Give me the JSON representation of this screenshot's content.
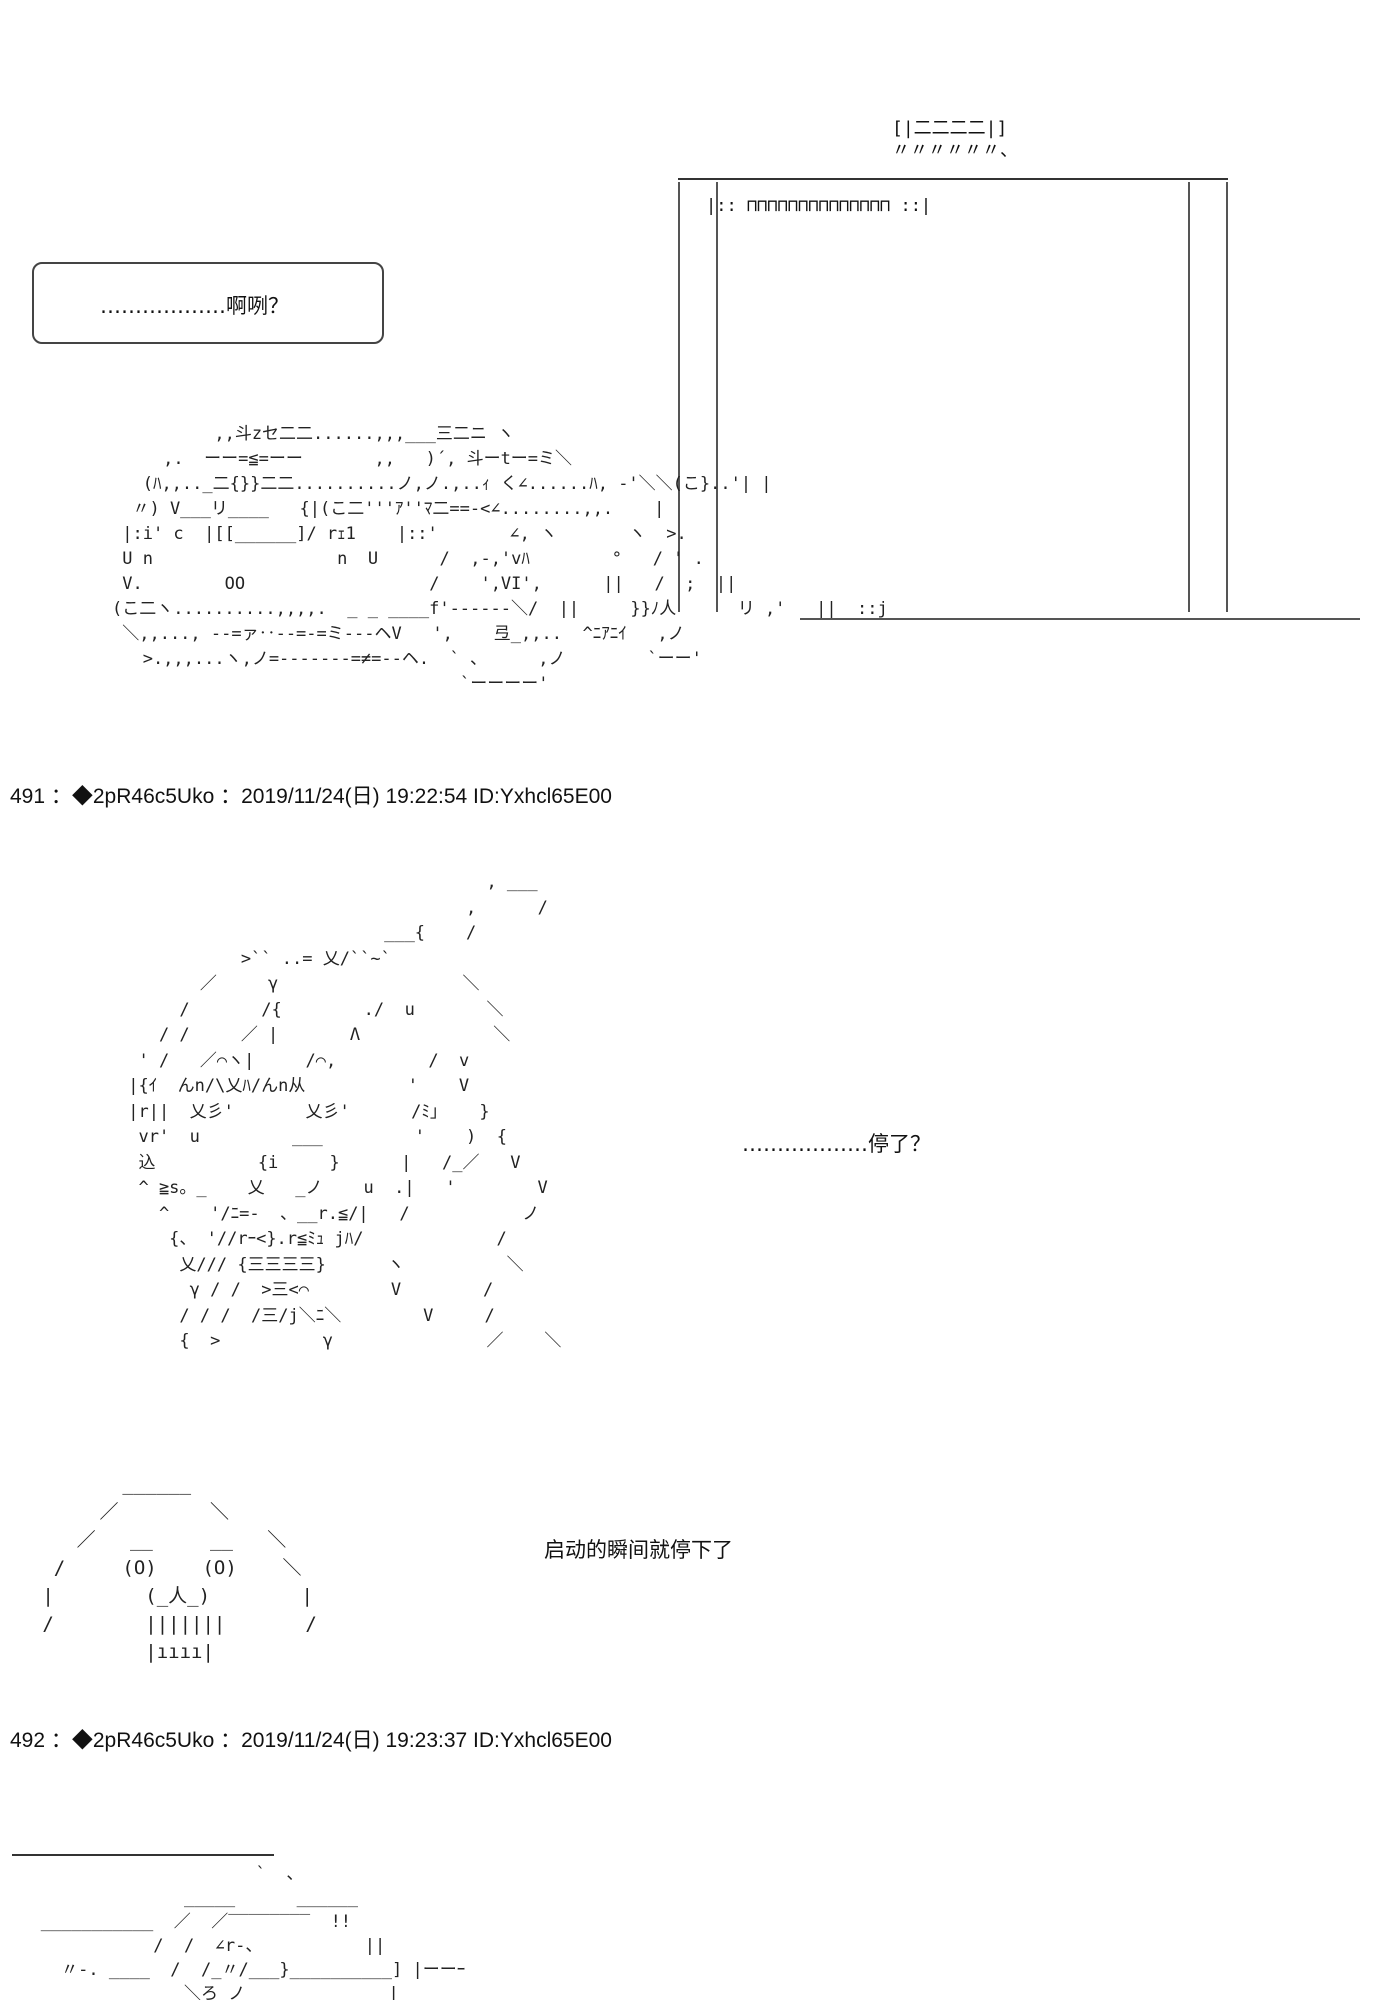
{
  "posts": [
    {
      "header": "491 ：◆2pR46c5Uko ：2019/11/24(日) 19:22:54 ID:Yxhcl65E00"
    },
    {
      "header": "492 ：◆2pR46c5Uko ：2019/11/24(日) 19:23:37 ID:Yxhcl65E00"
    }
  ],
  "dialogue": {
    "bubble_line": "………………啊咧？",
    "line_stopped": "………………停了？",
    "line_start": "启动的瞬间就停下了"
  },
  "art": {
    "sign_top": "[|二二二二|]\n〃〃〃〃〃〃、",
    "car": "          ,,斗zセ二二......,,,___三二ニ ヽ\n     ,.  ーー=≦=ーー       ,,   )´, 斗ーtー=ミ＼\n   (ﾊ,,.._二{}}二二..........ノ,ノ.,..ｨ く∠......ﾊ, -'＼＼(こ}..'| |\n  〃) V___リ____   {|(こ二'''ｱ''ﾏ二==-<∠........,,.    |\n |:i' c  |[[______]/ rｪ1    |::'       ∠, ヽ       ヽ  >.\n U n                  n  U      /  ,-,'vﾊ        °   / ' .\n V.        OO                  /    ',VI',      ||   /  ;  ||\n(こ二ヽ..........,,,,.  _ _ ____f'------＼/  ||     }}ﾉ人      リ ,'   ||  ::j\n ＼,,..., --=ァ‥--=-=ミ---ヘV   ',    弖_,,..  ^ﾆｱﾆｲ   ,ノ\n   >.,,,...ヽ,ノ=-------=≠=--ヘ.  ` 、     ,ノ        `ーー'\n                                  `ーーーー'",
    "girl": "                                    , ___\n                                  ,      /\n                          ___{    /\n            >`` ..= 乂/``~`\n        ／     γ                  ＼\n      /       /{        ./  u       ＼\n    / /     ／ |       Λ             ＼\n  ' /   ／⌒ヽ|     /⌒,         /  v\n |{ｲ  んn/\\乂ﾊ/んn从          '    V\n |r||  乂彡'       乂彡'      /ﾐ｣    }\n  vr'  u         ___         '    )  {\n  込          {i     }      |   /_／   V\n  ^ ≧s。_    乂   _ノ    u  .|   '        V\n    ^    '/ﾆ=-  、__r.≦/|   /           ノ\n     {、 '//rｰ<}.r≦ﾐｭ jﾊ/             /\n      乂/// {三三三三}      ヽ          ＼\n       γ / /  >三<⌒        V        /\n      / / /  /三/j＼ﾆ＼        V     /\n      {  >          γ               ／    ＼",
    "face": "          ______\n        ／        ＼\n      ／   __     __   ＼\n    /     (O)    (O)    ＼\n   |        (_人_)        |\n   /        |||||||       /\n            |ıııı|",
    "wall": "                        `  、\n                 _____      ______\n   ___________  ／  ／‾‾‾‾‾‾‾‾  !!\n              /  /  ∠r‐、          ||\n     〃‐. ____  /  /_〃/___}__________] |ーーｰ\n ______________  ＼ろ_ノ              |"
  },
  "gate": {
    "crenellation": "|:: ⊓⊓⊓⊓⊓⊓⊓⊓⊓⊓⊓⊓⊓⊓ ::|"
  }
}
